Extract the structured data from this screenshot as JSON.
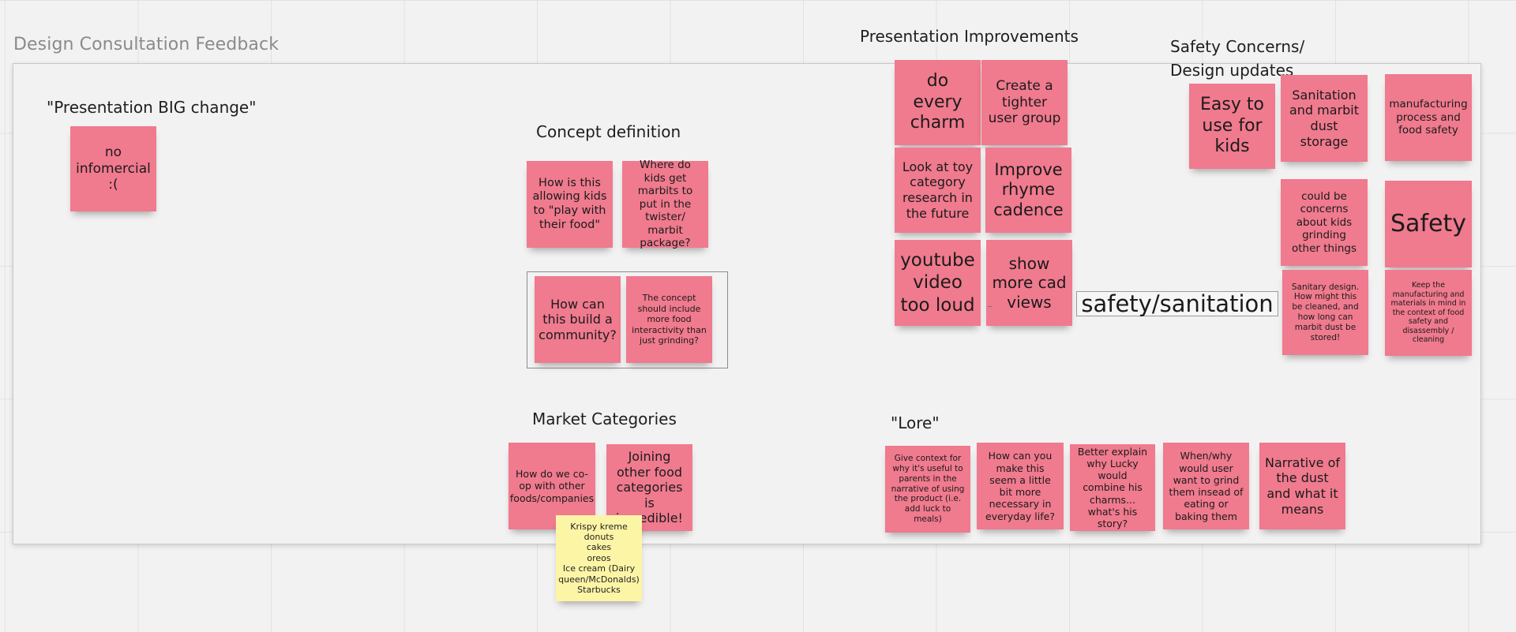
{
  "board": {
    "title": "Design Consultation Feedback",
    "colors": {
      "sticky_pink": "#f07a8e",
      "sticky_yellow": "#fdf5a6",
      "canvas": "#f2f2f2"
    }
  },
  "sections": {
    "presentation_big_change": "\"Presentation BIG change\"",
    "concept_definition": "Concept definition",
    "market_categories": "Market Categories",
    "presentation_improvements": "Presentation Improvements",
    "safety_concerns": "Safety Concerns/\nDesign updates",
    "lore": "\"Lore\""
  },
  "text_box": "safety/sanitation",
  "notes": {
    "no_infomercial": "no\ninfomercial\n:(",
    "play_with_food": "How is this allowing kids to \"play with their food\"",
    "where_marbits": "Where do kids get marbits to put in the twister/ marbit package?",
    "build_community": "How can this build a community?",
    "food_interactivity": "The concept should include more food interactivity than just grinding?",
    "co_op": "How do we co-op with other foods/companies",
    "joining_categories": "Joining other food categories is incredible!",
    "brands": "Krispy kreme donuts\ncakes\noreos\nIce cream (Dairy queen/McDonalds)\nStarbucks",
    "every_charm": "do every charm",
    "tighter_group": "Create a tighter user group",
    "toy_category": "Look at toy category research in the future",
    "rhyme_cadence": "Improve rhyme cadence",
    "youtube_loud": "youtube video too loud",
    "cad_views": "show more cad views",
    "easy_kids": "Easy to use for kids",
    "sanitation_storage": "Sanitation and marbit dust storage",
    "manufacturing_safety": "manufacturing process and food safety",
    "grinding_concerns": "could be concerns about kids grinding other things",
    "safety": "Safety",
    "sanitary_design": "Sanitary design. How might this be cleaned, and how long can marbit dust be stored!",
    "keep_manufacturing": "Keep the manufacturing and materials in mind in the context of food safety and disassembly / cleaning",
    "give_context": "Give context for why it's useful to parents in the narrative of using the product (i.e. add luck to meals)",
    "seem_necessary": "How can you make this seem a little bit more necessary in everyday life?",
    "lucky_story": "Better explain why Lucky would combine his charms... what's his story?",
    "when_why_grind": "When/why would user want to grind them insead of eating or baking them",
    "narrative_dust": "Narrative of the dust and what it means"
  }
}
